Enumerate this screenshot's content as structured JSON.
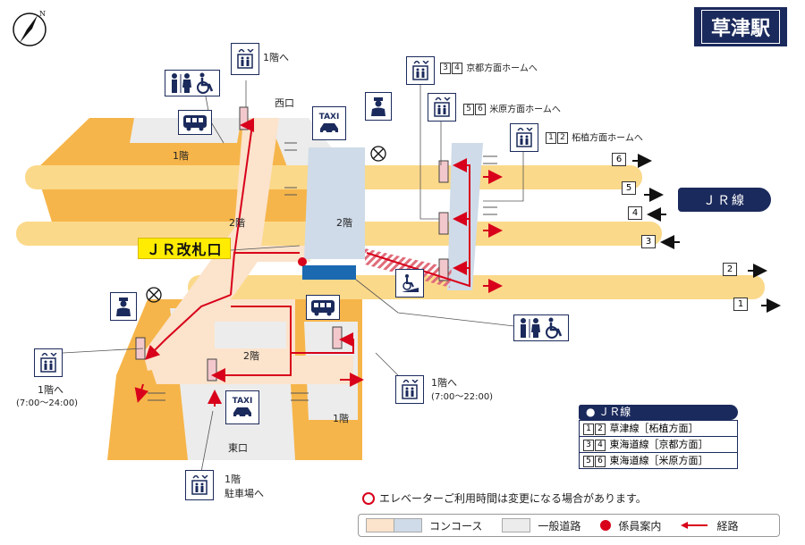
{
  "station_name": "草津駅",
  "jr_line_badge": "ＪＲ線",
  "ticket_gate": "ＪＲ改札口",
  "exits": {
    "west": "西口",
    "east": "東口"
  },
  "floors": {
    "1f_west": "1階",
    "2f_left": "2階",
    "2f_concourse": "2階",
    "2f_east": "2階",
    "1f_east": "1階"
  },
  "elevator_labels": {
    "top_center": "1階へ",
    "platform_34": "京都方面ホームへ",
    "platform_56": "米原方面ホームへ",
    "platform_12": "柘植方面ホームへ",
    "left_line1": "1階へ",
    "left_line2": "(7:00～24:00)",
    "right_line1": "1階へ",
    "right_line2": "(7:00～22:00)",
    "bottom_line1": "1階",
    "bottom_line2": "駐車場へ"
  },
  "platform_numbers": {
    "p34": [
      "3",
      "4"
    ],
    "p56": [
      "5",
      "6"
    ],
    "p12": [
      "1",
      "2"
    ]
  },
  "tracks": [
    "6",
    "5",
    "4",
    "3",
    "2",
    "1"
  ],
  "taxi_label": "TAXI",
  "legend": {
    "title": "ＪＲ線",
    "rows": [
      {
        "nums": [
          "1",
          "2"
        ],
        "text": "草津線［柘植方面］"
      },
      {
        "nums": [
          "3",
          "4"
        ],
        "text": "東海道線［京都方面］"
      },
      {
        "nums": [
          "5",
          "6"
        ],
        "text": "東海道線［米原方面］"
      }
    ]
  },
  "note": "エレベーターご利用時間は変更になる場合があります。",
  "key": {
    "concourse": "コンコース",
    "road": "一般道路",
    "staff": "係員案内",
    "route": "経路"
  },
  "colors": {
    "platform": "#fbd98a",
    "concourse_pink": "#fbe3cc",
    "concourse_blue": "#cfdbe8",
    "road": "#ececec",
    "ground": "#f6b54a",
    "navy": "#1b2a5c",
    "route": "#d8001a",
    "gate": "#ffec00"
  },
  "icons": [
    "compass-icon",
    "toilet-icon",
    "wheelchair-icon",
    "elevator-icon",
    "bus-icon",
    "taxi-icon",
    "station-staff-icon",
    "no-entry-icon",
    "ramp-icon"
  ]
}
